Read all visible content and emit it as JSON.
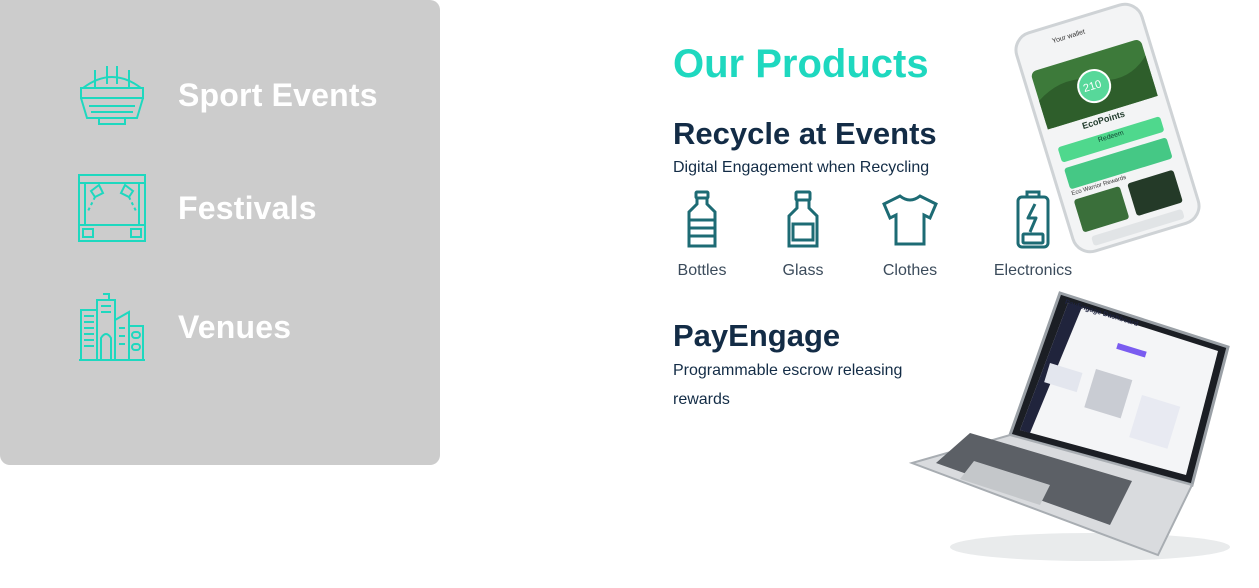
{
  "categories": [
    {
      "label": "Sport Events",
      "icon": "stadium-icon"
    },
    {
      "label": "Festivals",
      "icon": "festival-stage-icon"
    },
    {
      "label": "Venues",
      "icon": "buildings-icon"
    }
  ],
  "products": {
    "heading": "Our Products",
    "recycle": {
      "title": "Recycle at Events",
      "subtitle": "Digital Engagement when Recycling",
      "materials": [
        {
          "label": "Bottles",
          "icon": "bottle-icon"
        },
        {
          "label": "Glass",
          "icon": "glass-jar-icon"
        },
        {
          "label": "Clothes",
          "icon": "tshirt-icon"
        },
        {
          "label": "Electronics",
          "icon": "battery-icon"
        }
      ]
    },
    "payengage": {
      "title": "PayEngage",
      "subtitle_line1": "Programmable escrow releasing",
      "subtitle_line2": "rewards"
    }
  },
  "phone_mockup": {
    "header": "Your wallet",
    "points": "210",
    "points_label": "EcoPoints",
    "button": "Redeem",
    "section": "Eco Warrior Rewards"
  },
  "laptop_mockup": {
    "title": "PayEngage Dashboard"
  },
  "colors": {
    "accent": "#1ed8bf",
    "navy": "#132c46",
    "panel": "#cccccc",
    "icon_teal": "#1d6b74"
  }
}
